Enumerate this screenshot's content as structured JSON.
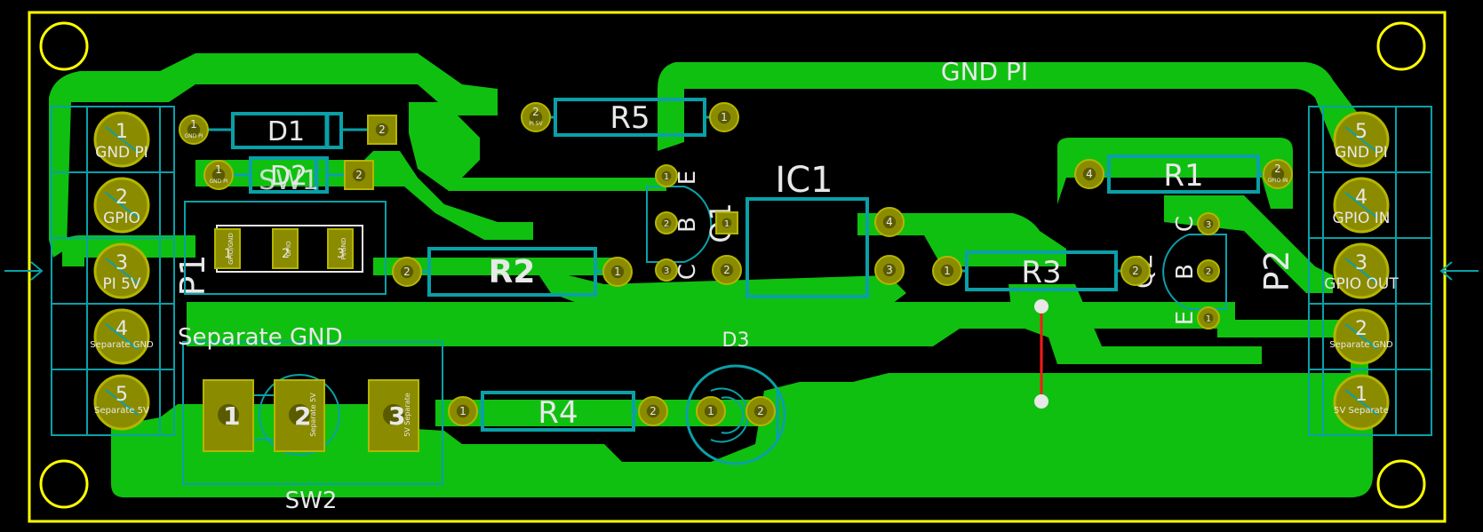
{
  "colors": {
    "background": "#000000",
    "board_outline": "#ffff00",
    "copper": "#10c010",
    "pad": "#8b8b00",
    "pad_ring": "#b5b500",
    "drill": "#5a5a00",
    "silkscreen": "#e8e8e8",
    "courtyard": "#0aa0a8",
    "ratsnest": "#ff1a1a",
    "pin_number": "#e8e8e8"
  },
  "board": {
    "net_label": "GND PI",
    "mounting_holes": [
      "mounting-hole",
      "mounting-hole",
      "mounting-hole",
      "mounting-hole"
    ]
  },
  "components": {
    "d1": "D1",
    "d2": "D2",
    "sw1": "SW1",
    "sw2": "SW2",
    "r1": "R1",
    "r2": "R2",
    "r3": "R3",
    "r4": "R4",
    "r5": "R5",
    "ic1": "IC1",
    "d3": "D3",
    "q1": "Q1",
    "q2": "Q2",
    "p1": "P1",
    "p2": "P2",
    "separate_gnd_label": "Separate GND"
  },
  "p1_pins": [
    {
      "num": "1",
      "name": "GND PI"
    },
    {
      "num": "2",
      "name": "GPIO"
    },
    {
      "num": "3",
      "name": "PI 5V"
    },
    {
      "num": "4",
      "name": "Separate GND"
    },
    {
      "num": "5",
      "name": "Separate 5V"
    }
  ],
  "p2_pins": [
    {
      "num": "5",
      "name": "GND PI"
    },
    {
      "num": "4",
      "name": "GPIO IN"
    },
    {
      "num": "3",
      "name": "GPIO OUT"
    },
    {
      "num": "2",
      "name": "Separate GND"
    },
    {
      "num": "1",
      "name": "5V Separate"
    }
  ],
  "sw2_pins": [
    {
      "num": "1",
      "name": ""
    },
    {
      "num": "2",
      "name": "Separate 5V"
    },
    {
      "num": "3",
      "name": "5V Separate"
    }
  ],
  "sw1_pins": [
    {
      "num": "1",
      "name": "GPIO/GND"
    },
    {
      "num": "2",
      "name": "GPIO"
    },
    {
      "num": "3",
      "name": "PI/GND"
    }
  ],
  "q1_pins": {
    "e": "E",
    "b": "B",
    "c": "C"
  },
  "q2_pins": {
    "e": "E",
    "b": "B",
    "c": "C"
  },
  "pad_text": {
    "d1_pad1": "GND PI",
    "d2_pad1": "GND PI",
    "r5_pad2": "PI 5V",
    "r1_pad2": "GPIO IN"
  },
  "pad_numbers": {
    "one": "1",
    "two": "2",
    "three": "3",
    "four": "4"
  }
}
